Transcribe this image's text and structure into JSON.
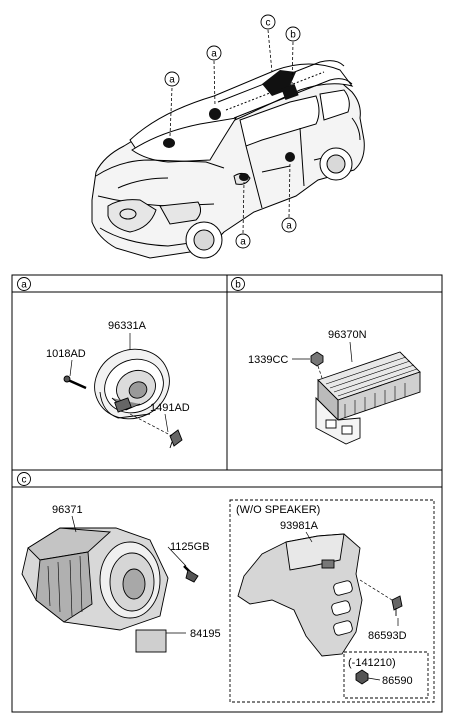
{
  "vehicle_callouts": [
    "a",
    "a",
    "c",
    "b",
    "a",
    "a"
  ],
  "sections": {
    "a": {
      "marker": "a",
      "parts": {
        "speaker": "96331A",
        "screw": "1018AD",
        "clip": "1491AD"
      }
    },
    "b": {
      "marker": "b",
      "parts": {
        "amplifier": "96370N",
        "nut": "1339CC"
      }
    },
    "c": {
      "marker": "c",
      "parts": {
        "subwoofer": "96371",
        "bolt": "1125GB",
        "label": "84195"
      },
      "variant_box": {
        "title": "(W/O SPEAKER)",
        "parts": {
          "cover": "93981A",
          "fastener": "86593D"
        },
        "sub_box": {
          "title": "(-141210)",
          "part": "86590"
        }
      }
    }
  }
}
